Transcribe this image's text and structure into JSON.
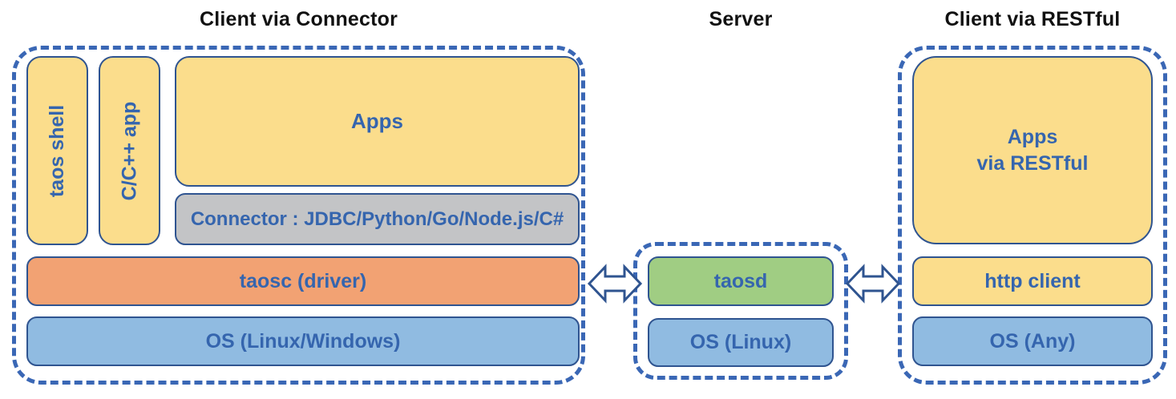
{
  "colors": {
    "dashed_border": "#3A67B5",
    "box_border": "#2F5490",
    "label_blue": "#3565AE",
    "title_black": "#111111",
    "yellow_fill": "#FBDD8C",
    "orange_fill": "#F2A273",
    "blue_fill": "#90BBE1",
    "green_fill": "#A0CD83",
    "gray_fill": "#C3C4C6",
    "arrow_fill": "#FFFFFF"
  },
  "icons": {
    "arrow_left": "double-headed-arrow",
    "arrow_right": "double-headed-arrow"
  },
  "sections": {
    "connector": {
      "title": "Client via Connector",
      "taos_shell": "taos shell",
      "cpp_app": "C/C++ app",
      "apps": "Apps",
      "connector": "Connector : JDBC/Python/Go/Node.js/C#",
      "taosc": "taosc (driver)",
      "os": "OS (Linux/Windows)"
    },
    "server": {
      "title": "Server",
      "taosd": "taosd",
      "os": "OS (Linux)"
    },
    "restful": {
      "title": "Client via RESTful",
      "apps_line1": "Apps",
      "apps_line2": "via RESTful",
      "http_client": "http client",
      "os": "OS (Any)"
    }
  }
}
